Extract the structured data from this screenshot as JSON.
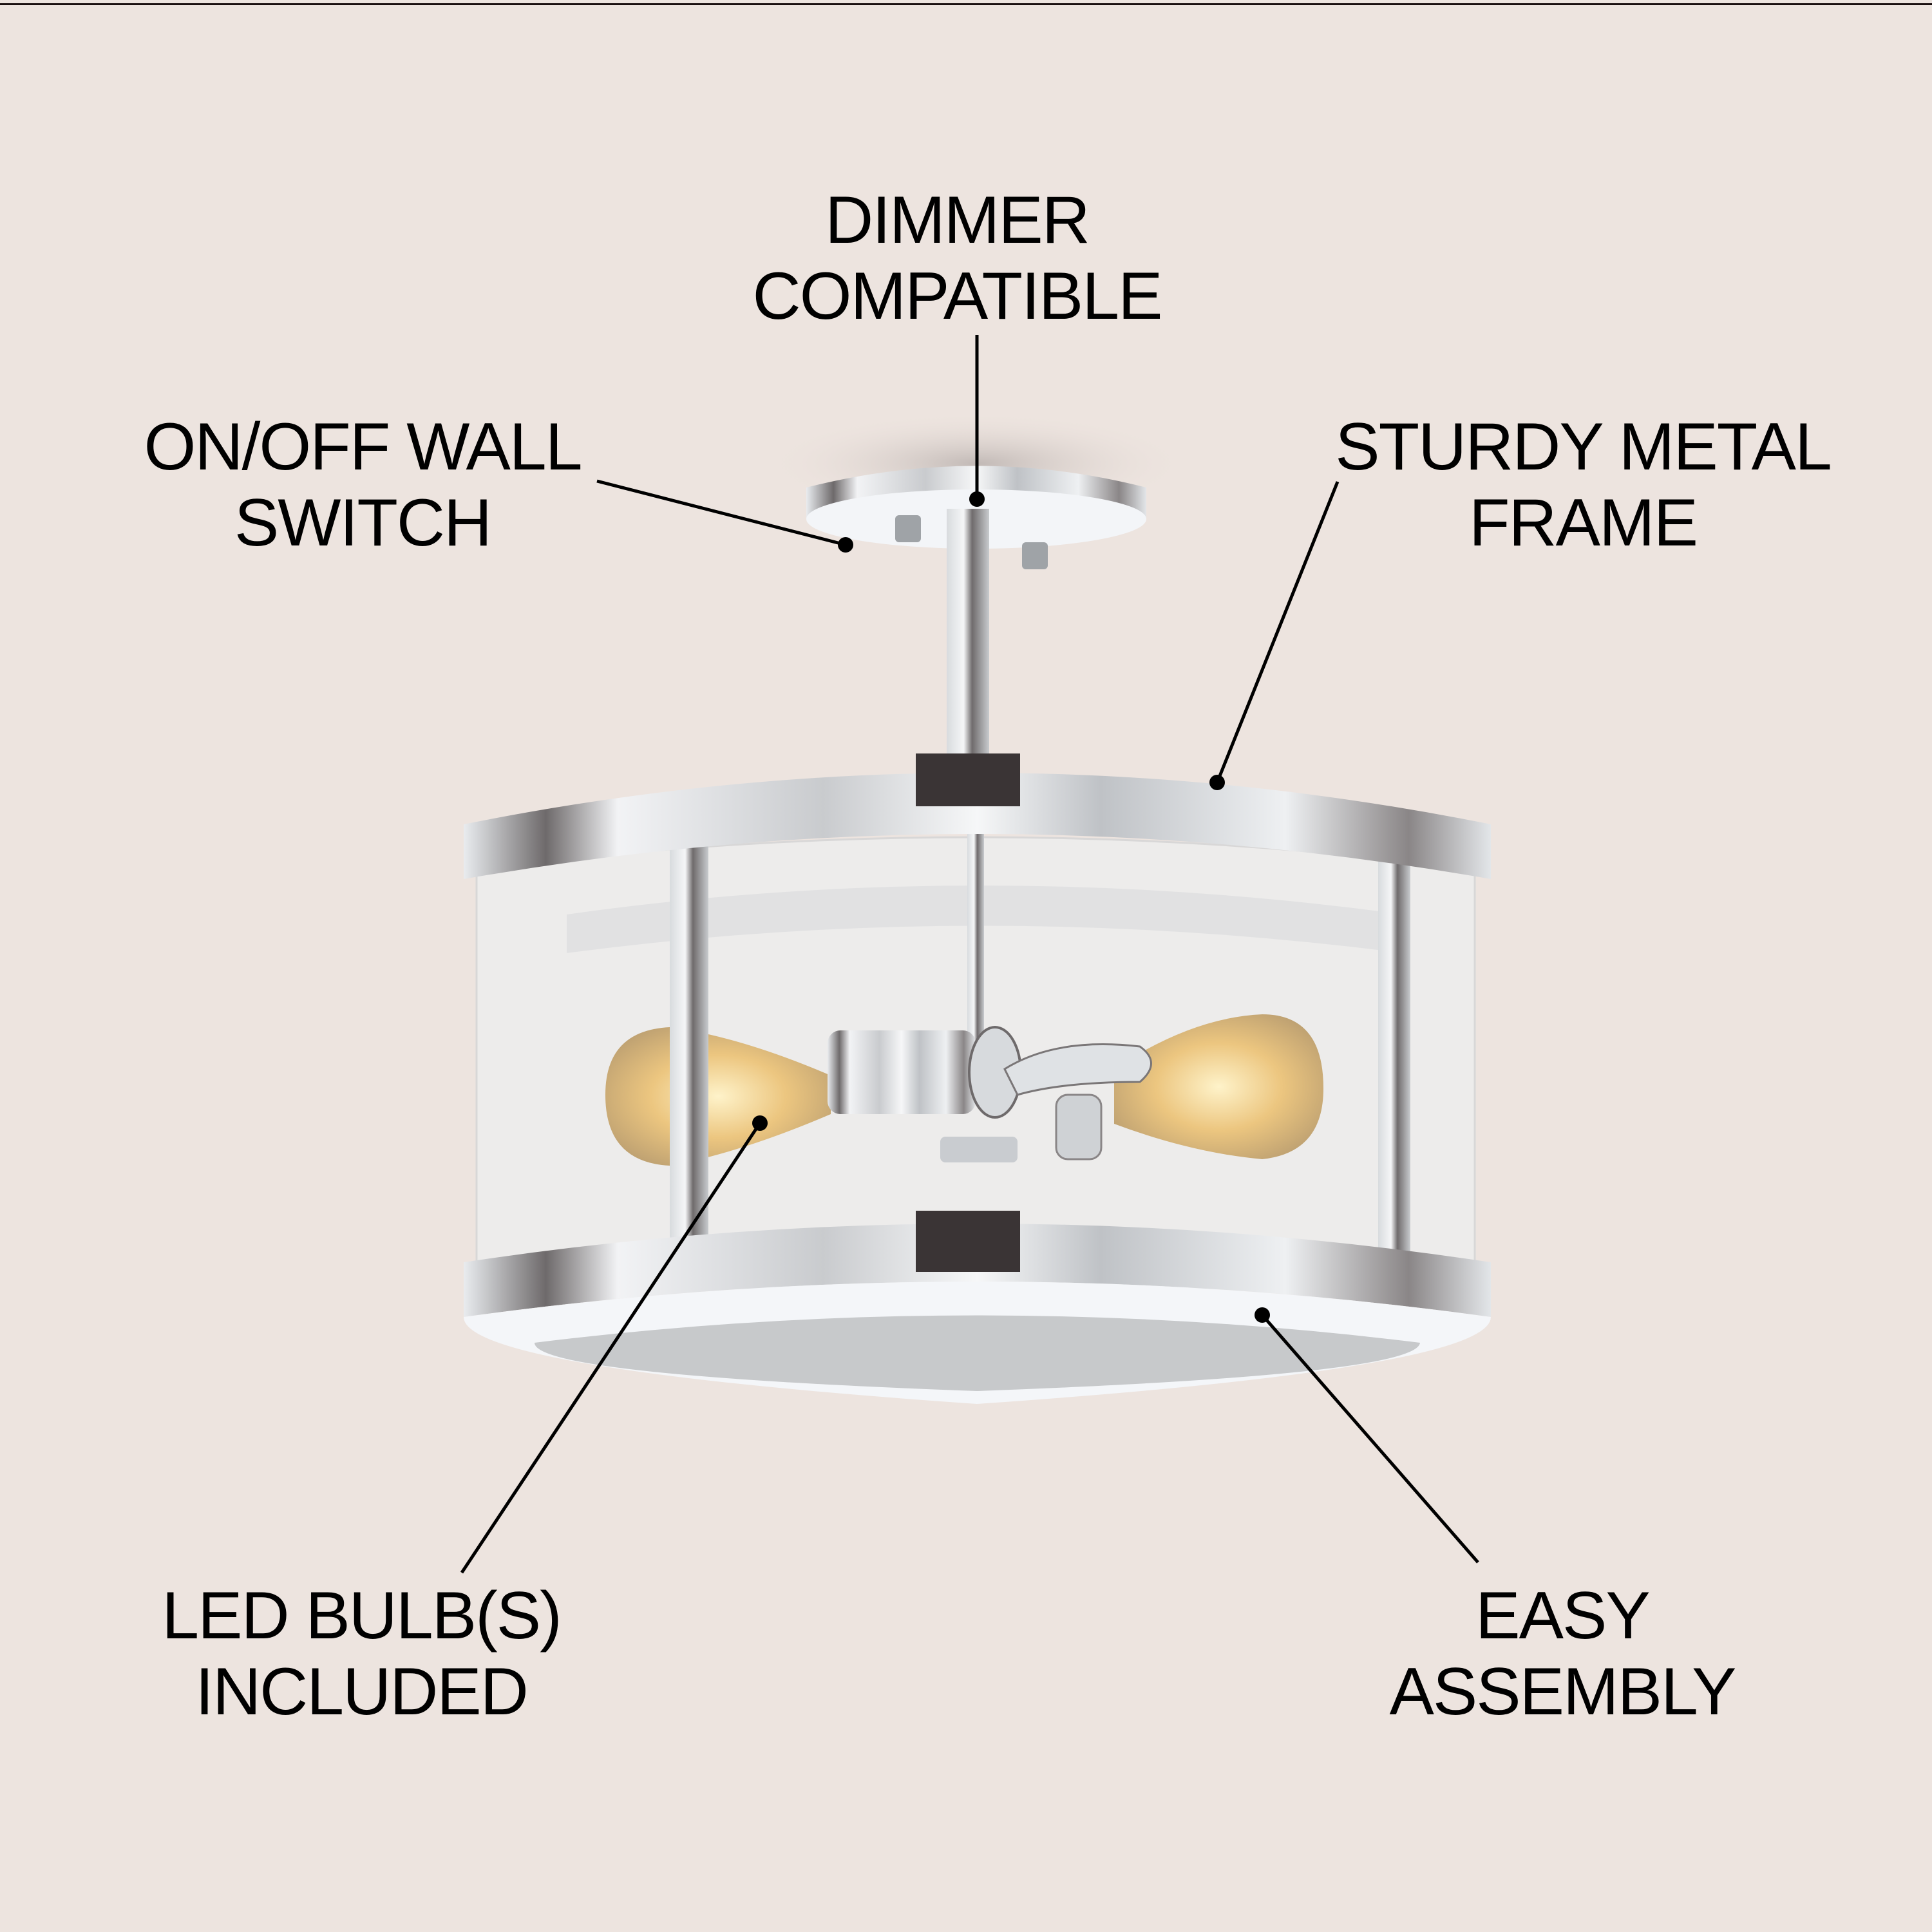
{
  "background_color": "#ede4df",
  "product": {
    "type": "semi-flush-mount ceiling light",
    "finish": "polished chrome",
    "shade": "clear glass drum",
    "bulbs_visible": 2
  },
  "callouts": [
    {
      "id": "dimmer",
      "line1": "DIMMER",
      "line2": "COMPATIBLE"
    },
    {
      "id": "switch",
      "line1": "ON/OFF WALL",
      "line2": "SWITCH"
    },
    {
      "id": "frame",
      "line1": "STURDY METAL",
      "line2": "FRAME"
    },
    {
      "id": "bulbs",
      "line1": "LED BULB(S)",
      "line2": "INCLUDED"
    },
    {
      "id": "assembly",
      "line1": "EASY",
      "line2": "ASSEMBLY"
    }
  ],
  "colors": {
    "text": "#000000",
    "leader": "#000000",
    "chrome_light": "#f4f6f8",
    "chrome_mid": "#b9bcc0",
    "chrome_dark": "#3a3435",
    "bulb_amber": "#e8b865"
  }
}
